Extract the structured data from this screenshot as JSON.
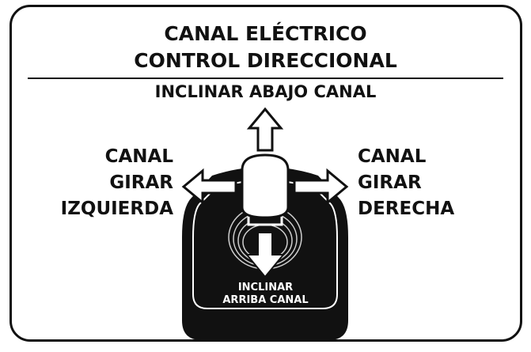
{
  "title_line1": "CANAL ELÉCTRICO",
  "title_line2": "CONTROL DIRECCIONAL",
  "up_label": "INCLINAR ABAJO CANAL",
  "left_label": [
    "CANAL",
    "GIRAR",
    "IZQUIERDA"
  ],
  "right_label": [
    "CANAL",
    "GIRAR",
    "DERECHA"
  ],
  "down_label": [
    "INCLINAR",
    "ARRIBA CANAL"
  ],
  "icons": [
    "joystick-icon",
    "arrow-up-icon",
    "arrow-left-icon",
    "arrow-right-icon",
    "arrow-down-icon"
  ],
  "colors": {
    "ink": "#111111",
    "paper": "#ffffff"
  }
}
